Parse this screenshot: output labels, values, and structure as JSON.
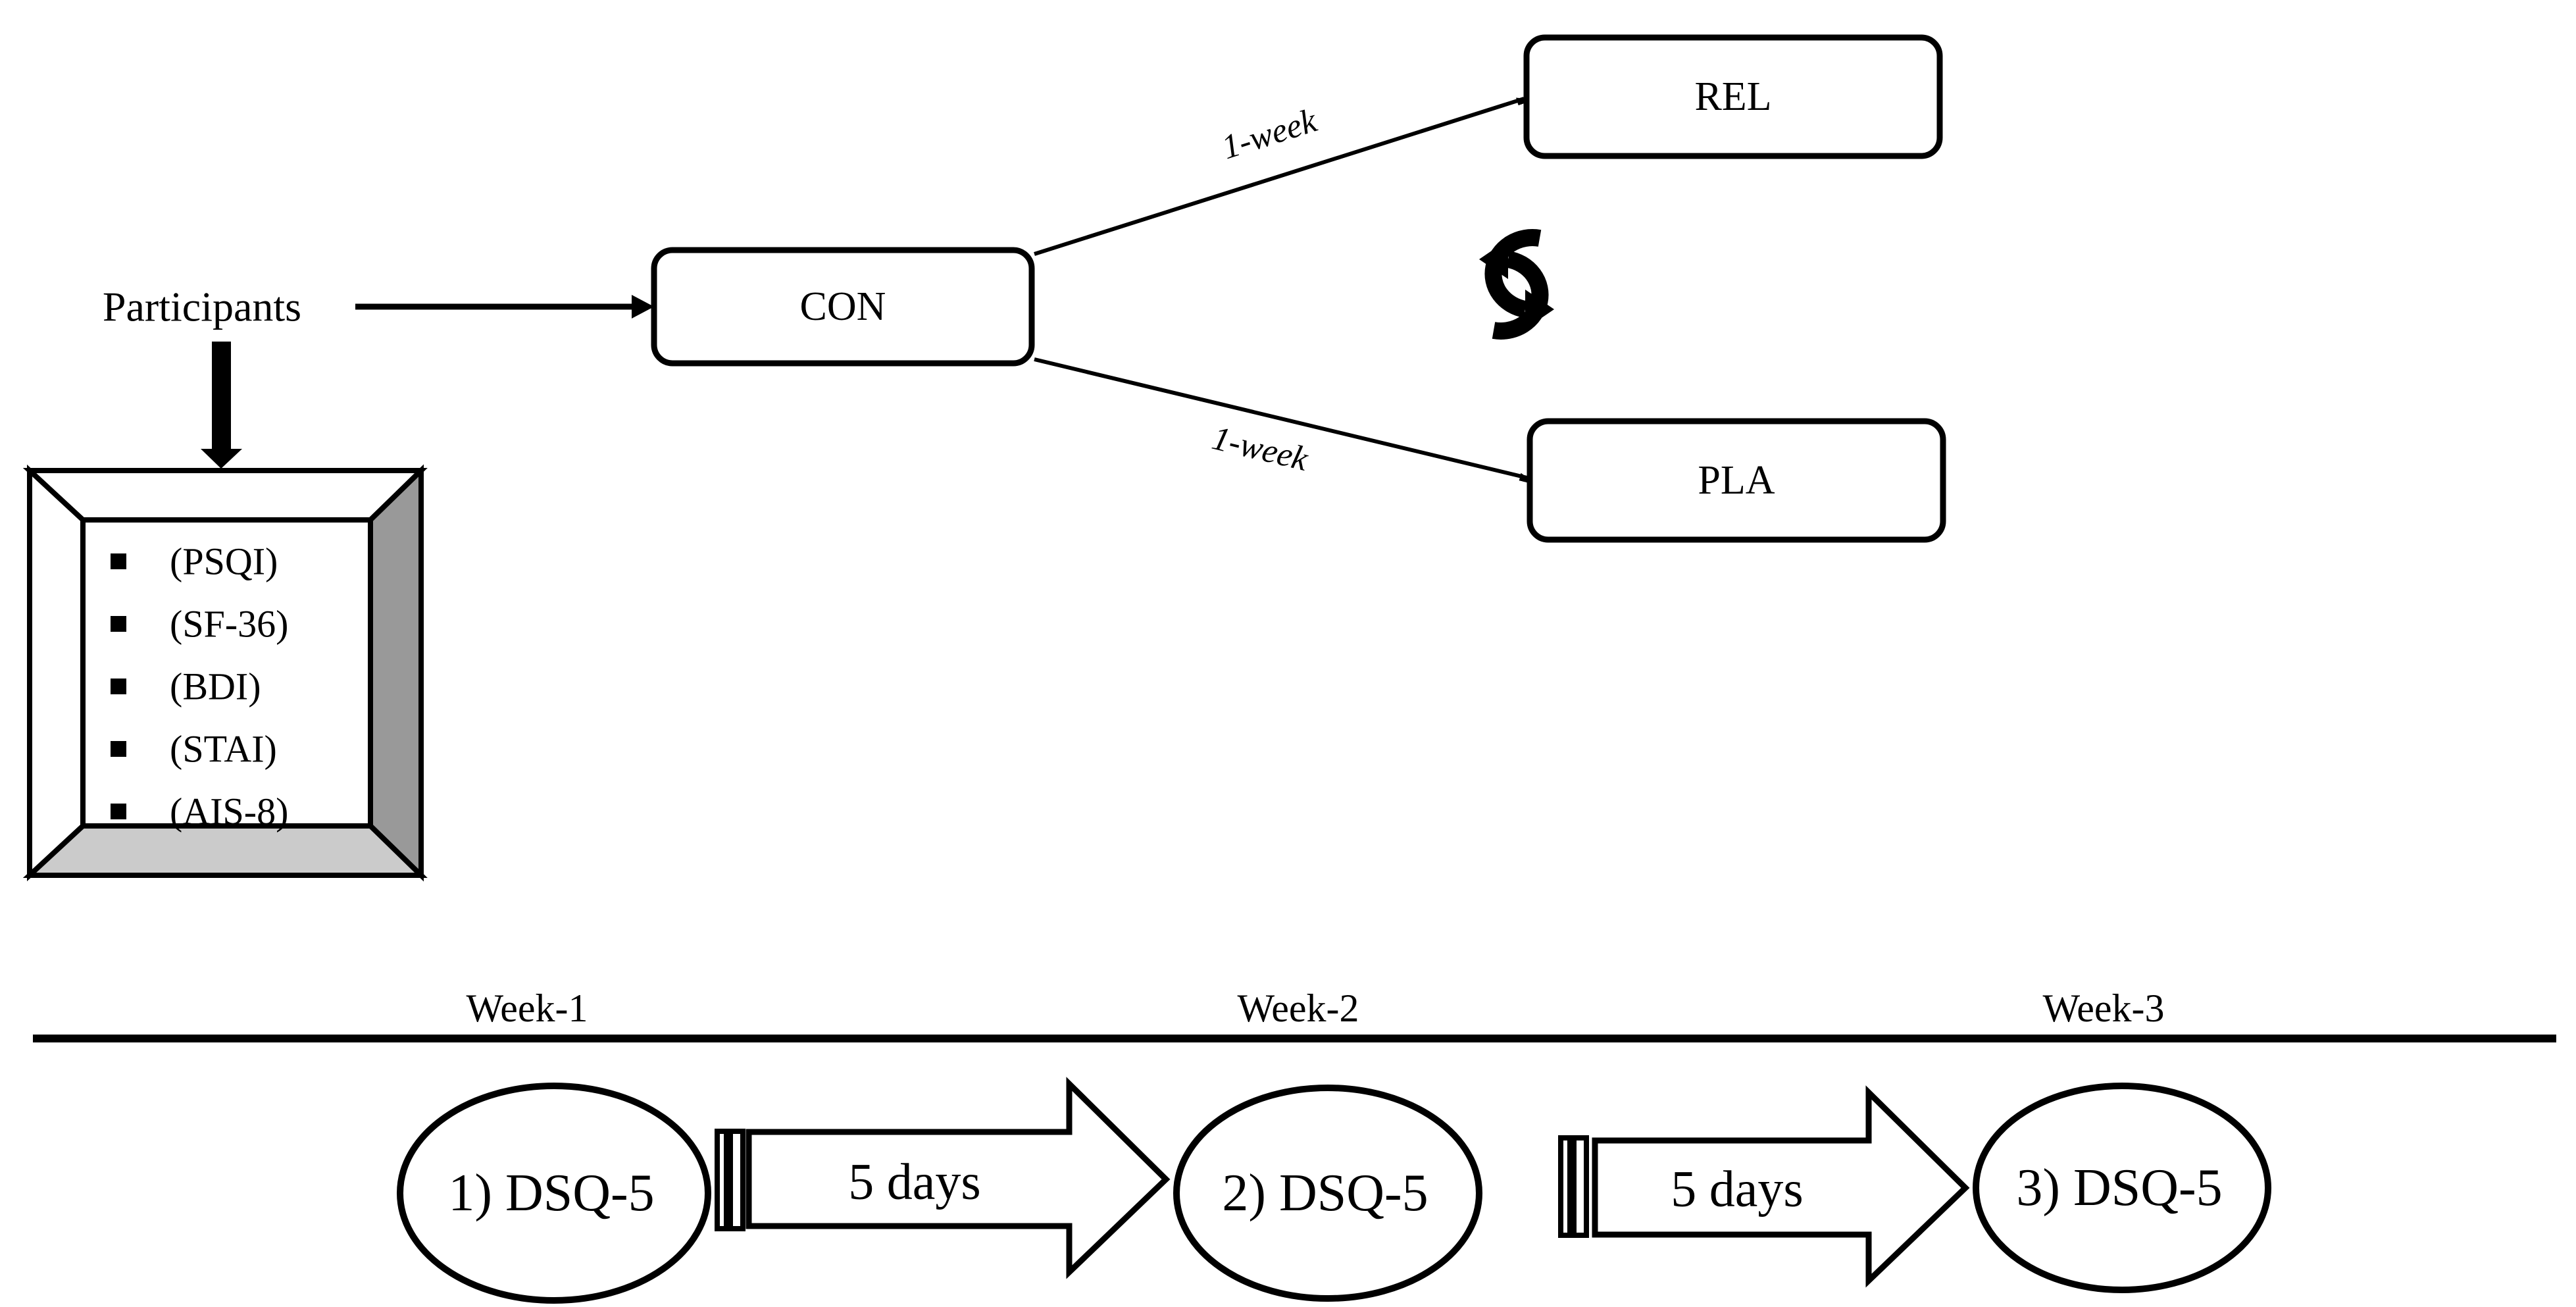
{
  "figure": {
    "title": "study-design-flow-diagram",
    "colors": {
      "line": "#000000",
      "background": "#ffffff",
      "frame_right_face": "#999999",
      "frame_bottom_face": "#cbcbcb"
    },
    "flow": {
      "participants_label": "Participants",
      "con_label": "CON",
      "rel_label": "REL",
      "pla_label": "PLA",
      "rel_arrow_label": "1-week",
      "pla_arrow_label": "1-week",
      "crossover_icon": "swap-rotate-arrows"
    },
    "baseline_questionnaires": {
      "items": [
        "(PSQI)",
        "(SF-36)",
        "(BDI)",
        "(STAI)",
        "(AIS-8)"
      ]
    },
    "timeline": {
      "week_labels": [
        "Week-1",
        "Week-2",
        "Week-3"
      ],
      "assessments": [
        "1) DSQ-5",
        "2) DSQ-5",
        "3) DSQ-5"
      ],
      "interval_labels": [
        "5 days",
        "5 days"
      ]
    }
  }
}
